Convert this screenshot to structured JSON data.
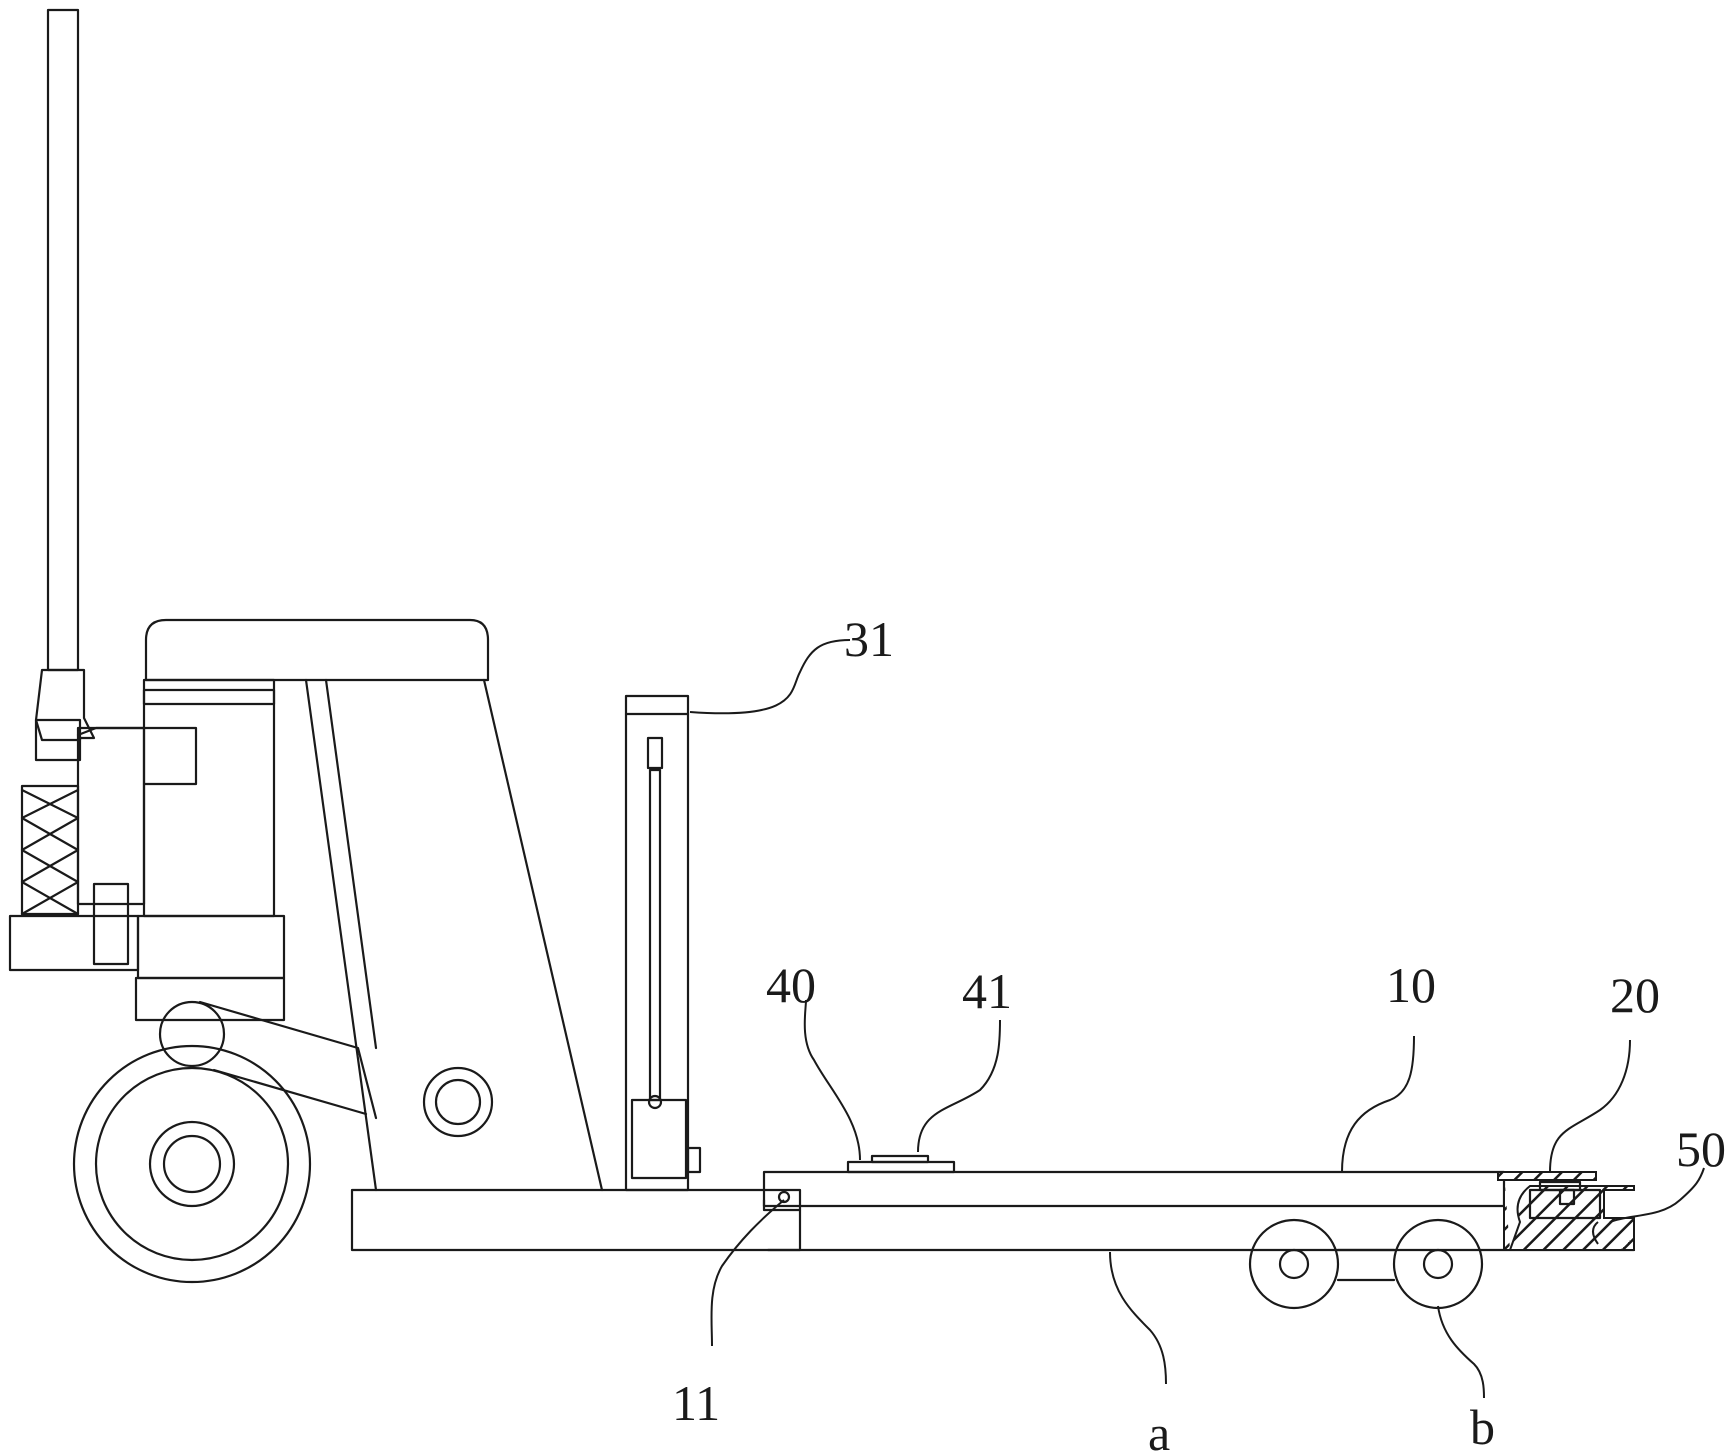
{
  "labels": {
    "l31": "31",
    "l40": "40",
    "l41": "41",
    "l10": "10",
    "l20": "20",
    "l50": "50",
    "l11": "11",
    "la": "a",
    "lb": "b"
  },
  "colors": {
    "line": "#1a1a1a",
    "background": "#ffffff"
  }
}
